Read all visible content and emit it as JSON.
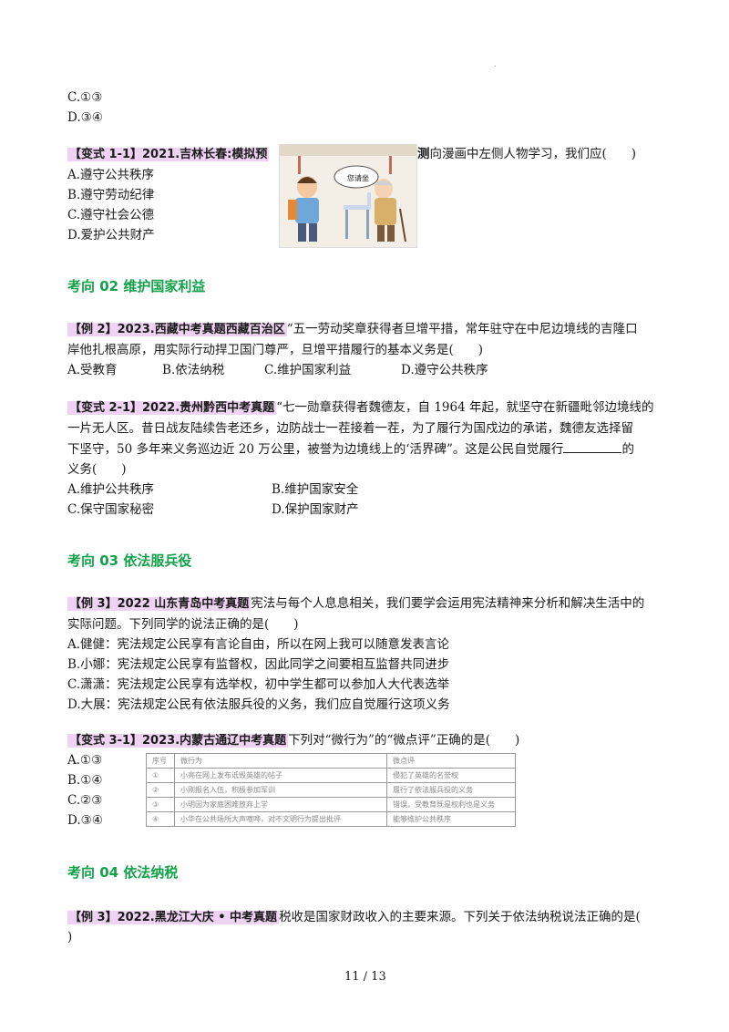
{
  "top": {
    "opt_c": "C.①③",
    "opt_d": "D.③④"
  },
  "v11": {
    "tag": "【变式 1-1】",
    "src": "2021.吉林长春:模拟预",
    "src_tail": "测",
    "question": "向漫画中左侧人物学习，我们应(　　)",
    "options": [
      "A.遵守公共秩序",
      "B.遵守劳动纪律",
      "C.遵守社会公德",
      "D.爱护公共财产"
    ],
    "cartoon_text": "您请坐"
  },
  "sec02": {
    "title": "考向 02  维护国家利益"
  },
  "ex2": {
    "tag": "【例 2】",
    "src": "2023.西藏中考真题西藏百治区",
    "line1": "“五一劳动奖章获得者旦增平措，常年驻守在中尼边境线的吉隆口",
    "line2": "岸他扎根高原，用实际行动捍卫国门尊严，旦增平措履行的基本义务是(　　)",
    "options": [
      "A.受教育",
      "B.依法纳税",
      "C.维护国家利益",
      "D.遵守公共秩序"
    ]
  },
  "v21": {
    "tag": "【变式 2-1】",
    "src": "2022.贵州黔西中考真题",
    "line1": "“七一勋章获得者魏德友，自 1964 年起，就坚守在新疆毗邻边境线的",
    "line2": "一片无人区。昔日战友陆续告老还乡，边防战士一茬接着一茬，为了履行为国戍边的承诺，魏德友选择留",
    "line3a": "下坚守，50 多年来义务巡边近 20 万公里，被誉为边境线上的‘活界碑”。这是公民自觉履行",
    "line3b": "的",
    "line4": "义务(　　)",
    "options": [
      "A.维护公共秩序",
      "B.维护国家安全",
      "C.保守国家秘密",
      "D.保护国家财产"
    ]
  },
  "sec03": {
    "title": "考向 03  依法服兵役"
  },
  "ex3a": {
    "tag": "【例 3】",
    "src": "2022 山东青岛中考真题",
    "line1": "宪法与每个人息息相关，我们要学会运用宪法精神来分析和解决生活中的",
    "line2": "实际问题。下列同学的说法正确的是(　　)",
    "options": [
      "A.健健：宪法规定公民享有言论自由，所以在网上我可以随意发表言论",
      "B.小娜：宪法规定公民享有监督权，因此同学之间要相互监督共同进步",
      "C.潇潇：宪法规定公民享有选举权，初中学生都可以参加人大代表选举",
      "D.大展：宪法规定公民有依法服兵役的义务，我们应自觉履行这项义务"
    ]
  },
  "v31": {
    "tag": "【变式 3-1】",
    "src": "2023.内蒙古通辽中考真题",
    "question": "下列对“微行为”的“微点评”正确的是(　　)",
    "options": [
      "A.①③",
      "B.①④",
      "C.②③",
      "D.③④"
    ],
    "table": {
      "header": [
        "序号",
        "微行为",
        "微点评"
      ],
      "rows": [
        [
          "①",
          "小亮在网上发布诋毁英雄的帖子",
          "侵犯了英雄的名誉权"
        ],
        [
          "②",
          "小刚报名入伍，积极参加军训",
          "履行了依法服兵役的义务"
        ],
        [
          "③",
          "小明因为家庭困难放弃上学",
          "错误，受教育既是权利也是义务"
        ],
        [
          "④",
          "小华在公共场所大声喧哗，对不文明行为提出批评",
          "能够维护公共秩序"
        ]
      ]
    }
  },
  "sec04": {
    "title": "考向 04  依法纳税"
  },
  "ex3b": {
    "tag": "【例 3】",
    "src": "2022.黑龙江大庆 • 中考真题",
    "line1": "税收是国家财政收入的主要来源。下列关于依法纳税说法正确的是(",
    "line2": ")"
  },
  "footer": {
    "page": "11 / 13",
    "mark": "."
  }
}
